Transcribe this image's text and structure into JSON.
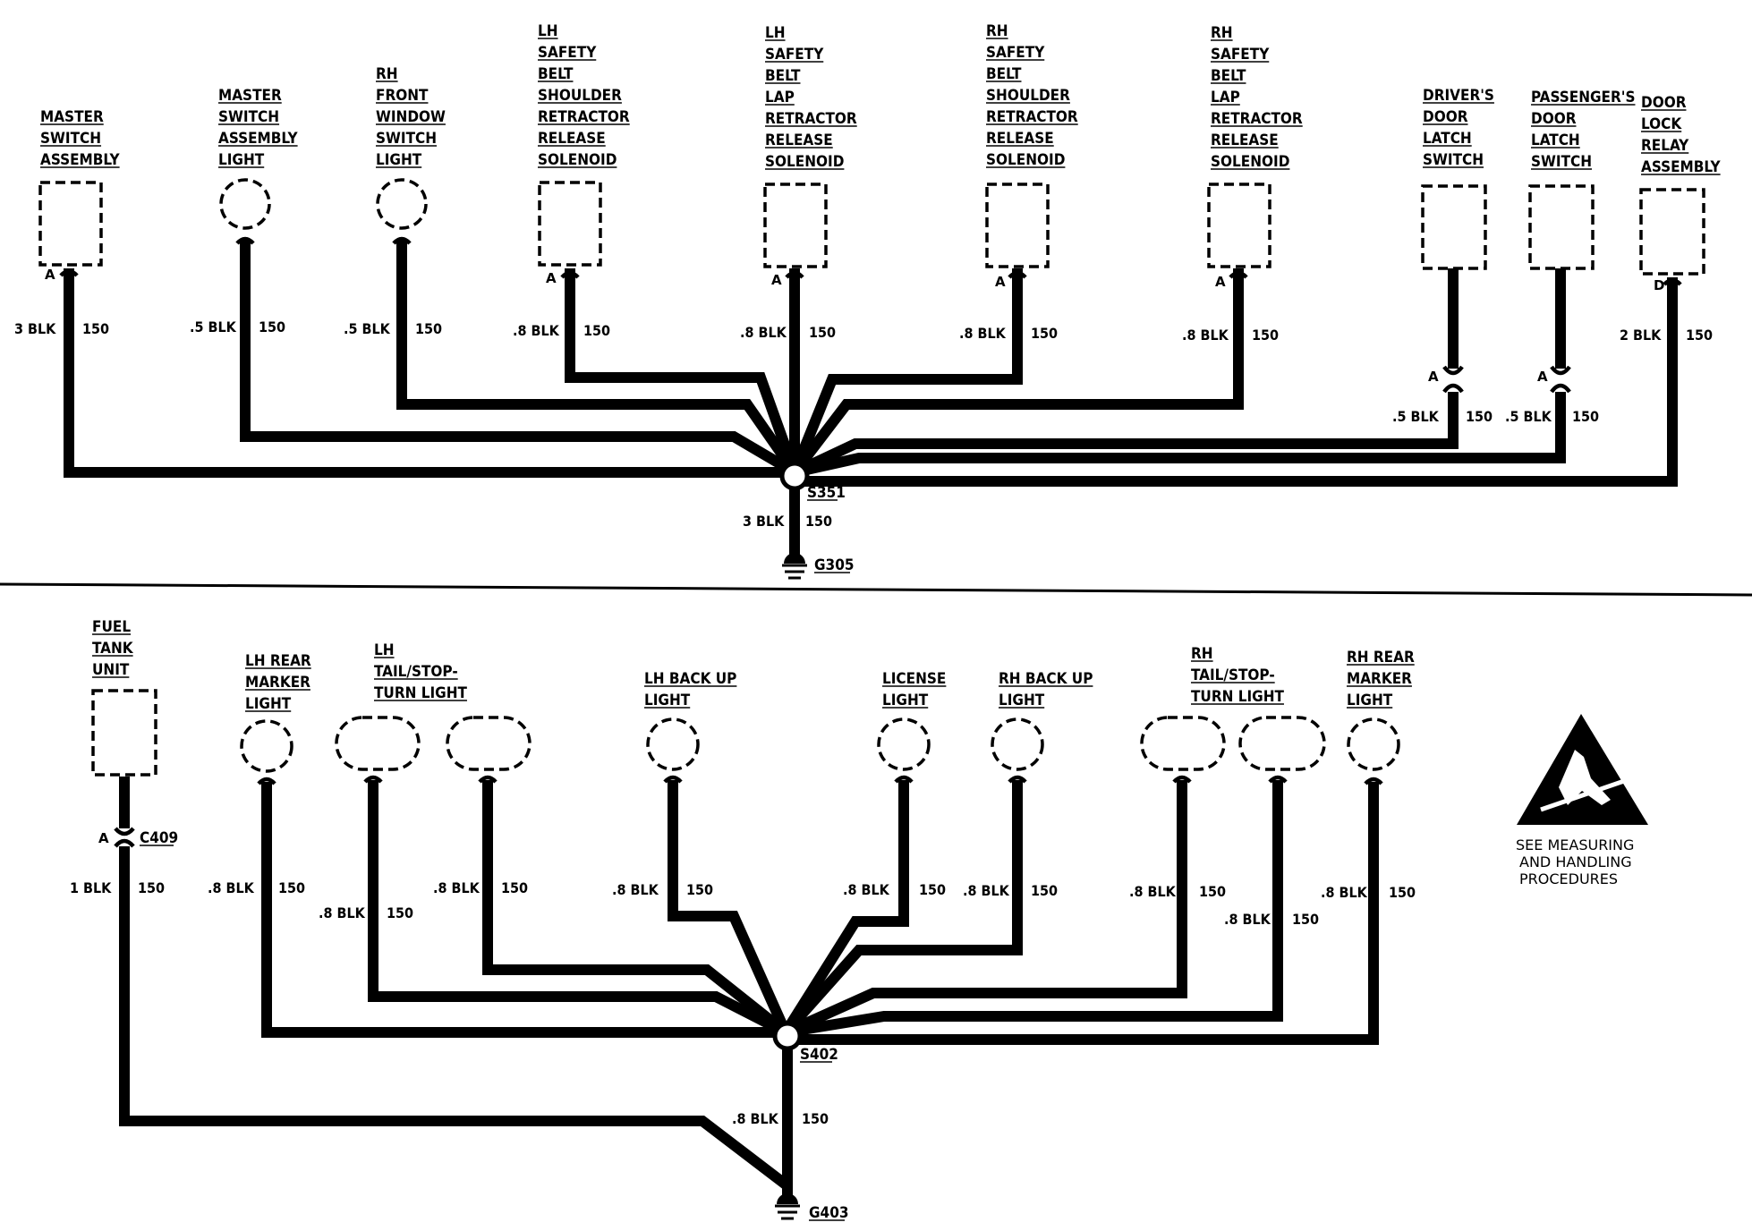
{
  "top": {
    "components": [
      {
        "id": "master-switch-assembly",
        "label": [
          "MASTER",
          "SWITCH",
          "ASSEMBLY"
        ],
        "shape": "rect",
        "pin": "A",
        "wire_size": "3 BLK",
        "circuit": "150"
      },
      {
        "id": "master-switch-assembly-light",
        "label": [
          "MASTER",
          "SWITCH",
          "ASSEMBLY",
          "LIGHT"
        ],
        "shape": "circle",
        "pin": "",
        "wire_size": ".5 BLK",
        "circuit": "150"
      },
      {
        "id": "rh-front-window-switch-light",
        "label": [
          "RH",
          "FRONT",
          "WINDOW",
          "SWITCH",
          "LIGHT"
        ],
        "shape": "circle",
        "pin": "",
        "wire_size": ".5 BLK",
        "circuit": "150"
      },
      {
        "id": "lh-shoulder-retractor-solenoid",
        "label": [
          "LH",
          "SAFETY",
          "BELT",
          "SHOULDER",
          "RETRACTOR",
          "RELEASE",
          "SOLENOID"
        ],
        "shape": "rect",
        "pin": "A",
        "wire_size": ".8 BLK",
        "circuit": "150"
      },
      {
        "id": "lh-lap-retractor-solenoid",
        "label": [
          "LH",
          "SAFETY",
          "BELT",
          "LAP",
          "RETRACTOR",
          "RELEASE",
          "SOLENOID"
        ],
        "shape": "rect",
        "pin": "A",
        "wire_size": ".8 BLK",
        "circuit": "150"
      },
      {
        "id": "rh-shoulder-retractor-solenoid",
        "label": [
          "RH",
          "SAFETY",
          "BELT",
          "SHOULDER",
          "RETRACTOR",
          "RELEASE",
          "SOLENOID"
        ],
        "shape": "rect",
        "pin": "A",
        "wire_size": ".8 BLK",
        "circuit": "150"
      },
      {
        "id": "rh-lap-retractor-solenoid",
        "label": [
          "RH",
          "SAFETY",
          "BELT",
          "LAP",
          "RETRACTOR",
          "RELEASE",
          "SOLENOID"
        ],
        "shape": "rect",
        "pin": "A",
        "wire_size": ".8 BLK",
        "circuit": "150"
      },
      {
        "id": "drivers-door-latch-switch",
        "label": [
          "DRIVER'S",
          "DOOR",
          "LATCH",
          "SWITCH"
        ],
        "shape": "rect",
        "pin": "A",
        "wire_size": ".5 BLK",
        "circuit": "150"
      },
      {
        "id": "passengers-door-latch-switch",
        "label": [
          "PASSENGER'S",
          "DOOR",
          "LATCH",
          "SWITCH"
        ],
        "shape": "rect",
        "pin": "A",
        "wire_size": ".5 BLK",
        "circuit": "150"
      },
      {
        "id": "door-lock-relay-assembly",
        "label": [
          "DOOR",
          "LOCK",
          "RELAY",
          "ASSEMBLY"
        ],
        "shape": "rect",
        "pin": "D",
        "wire_size": "2 BLK",
        "circuit": "150"
      }
    ],
    "splice": "S351",
    "ground_wire_size": "3 BLK",
    "ground_circuit": "150",
    "ground": "G305"
  },
  "bottom": {
    "components": [
      {
        "id": "fuel-tank-unit",
        "label": [
          "FUEL",
          "TANK",
          "UNIT"
        ],
        "shape": "rect",
        "pin": "A",
        "connector": "C409",
        "wire_size": "1 BLK",
        "circuit": "150"
      },
      {
        "id": "lh-rear-marker-light",
        "label": [
          "LH REAR",
          "MARKER",
          "LIGHT"
        ],
        "shape": "circle",
        "wire_size": ".8 BLK",
        "circuit": "150"
      },
      {
        "id": "lh-tail-stop-turn-light",
        "label": [
          "LH",
          "TAIL/STOP-",
          "TURN LIGHT"
        ],
        "shape": "pill",
        "bulbs": [
          {
            "wire_size": ".8 BLK",
            "circuit": "150"
          },
          {
            "wire_size": ".8 BLK",
            "circuit": "150"
          }
        ]
      },
      {
        "id": "lh-back-up-light",
        "label": [
          "LH BACK UP",
          "LIGHT"
        ],
        "shape": "circle",
        "wire_size": ".8 BLK",
        "circuit": "150"
      },
      {
        "id": "license-light",
        "label": [
          "LICENSE",
          "LIGHT"
        ],
        "shape": "circle",
        "wire_size": ".8 BLK",
        "circuit": "150"
      },
      {
        "id": "rh-back-up-light",
        "label": [
          "RH BACK UP",
          "LIGHT"
        ],
        "shape": "circle",
        "wire_size": ".8 BLK",
        "circuit": "150"
      },
      {
        "id": "rh-tail-stop-turn-light",
        "label": [
          "RH",
          "TAIL/STOP-",
          "TURN LIGHT"
        ],
        "shape": "pill",
        "bulbs": [
          {
            "wire_size": ".8 BLK",
            "circuit": "150"
          },
          {
            "wire_size": ".8 BLK",
            "circuit": "150"
          }
        ]
      },
      {
        "id": "rh-rear-marker-light",
        "label": [
          "RH REAR",
          "MARKER",
          "LIGHT"
        ],
        "shape": "circle",
        "wire_size": ".8 BLK",
        "circuit": "150"
      }
    ],
    "splice": "S402",
    "ground_wire_size": ".8 BLK",
    "ground_circuit": "150",
    "ground": "G403"
  },
  "esd_note": [
    "SEE MEASURING",
    "AND HANDLING",
    "PROCEDURES"
  ],
  "esd_icon": "esd-warning-icon"
}
